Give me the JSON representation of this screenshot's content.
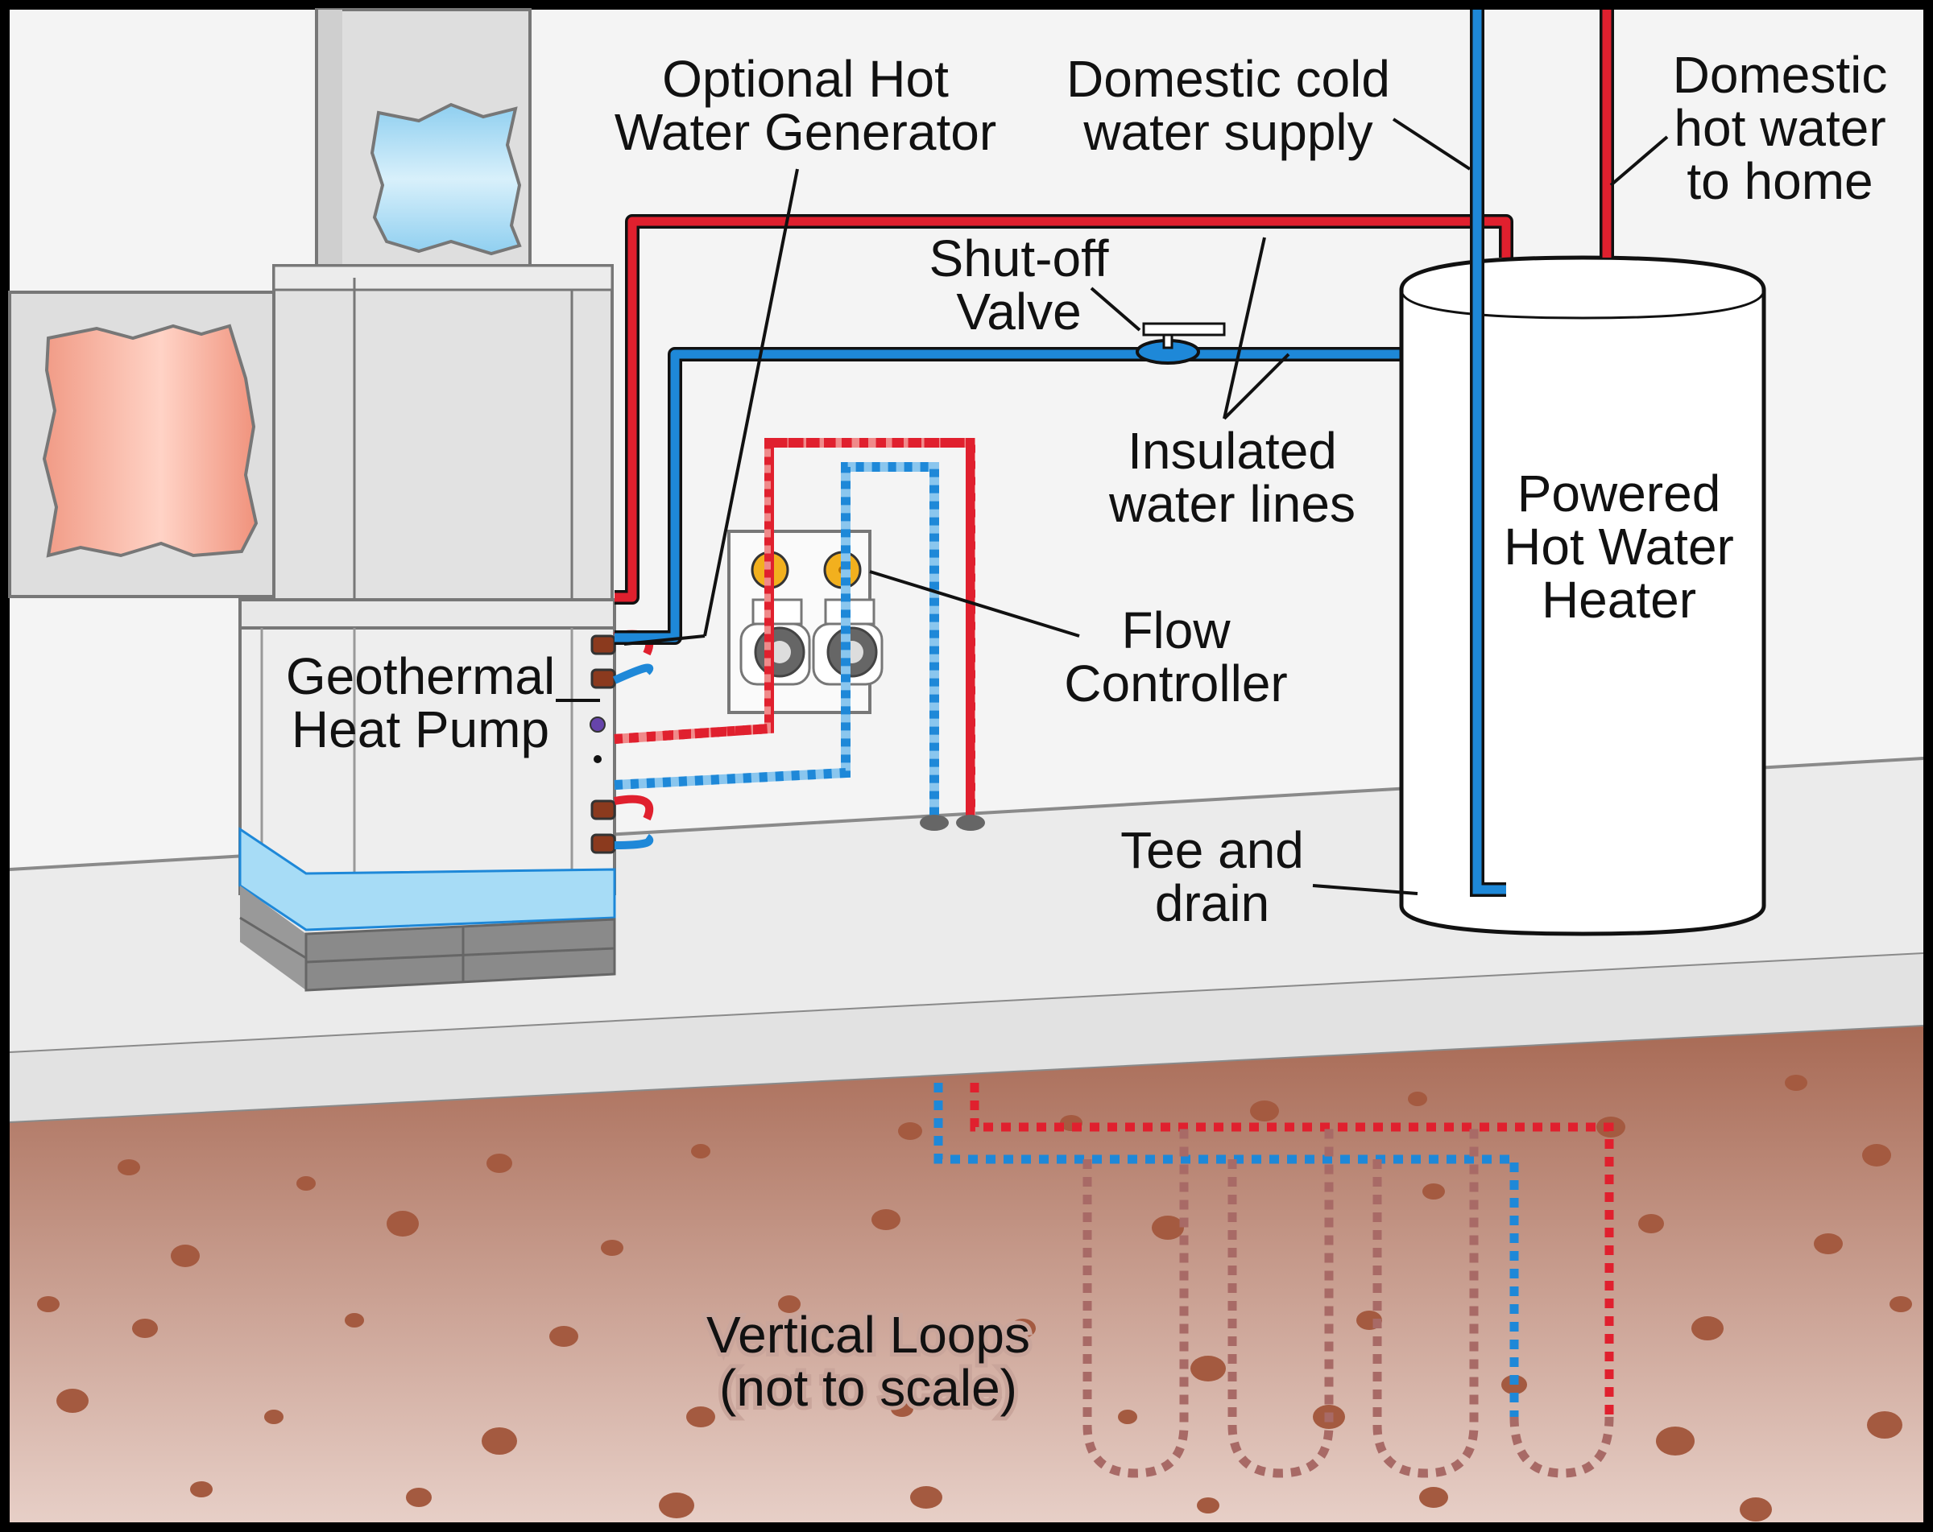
{
  "labels": {
    "hot_water_generator": [
      "Optional Hot",
      "Water Generator"
    ],
    "cold_supply": [
      "Domestic cold",
      "water supply"
    ],
    "hot_to_home": [
      "Domestic",
      "hot water",
      "to home"
    ],
    "shutoff_valve": [
      "Shut-off",
      "Valve"
    ],
    "insulated_lines": [
      "Insulated",
      "water lines"
    ],
    "water_heater": [
      "Powered",
      "Hot Water",
      "Heater"
    ],
    "flow_controller": [
      "Flow",
      "Controller"
    ],
    "heat_pump": [
      "Geothermal",
      "Heat Pump"
    ],
    "tee_drain": [
      "Tee and",
      "drain"
    ],
    "vertical_loops": [
      "Vertical Loops",
      "(not to scale)"
    ]
  },
  "colors": {
    "hot": "#e0202e",
    "cold": "#1e88d8",
    "soil": "#b97a66",
    "wall": "#f4f4f4",
    "floor": "#e8e8e8"
  }
}
